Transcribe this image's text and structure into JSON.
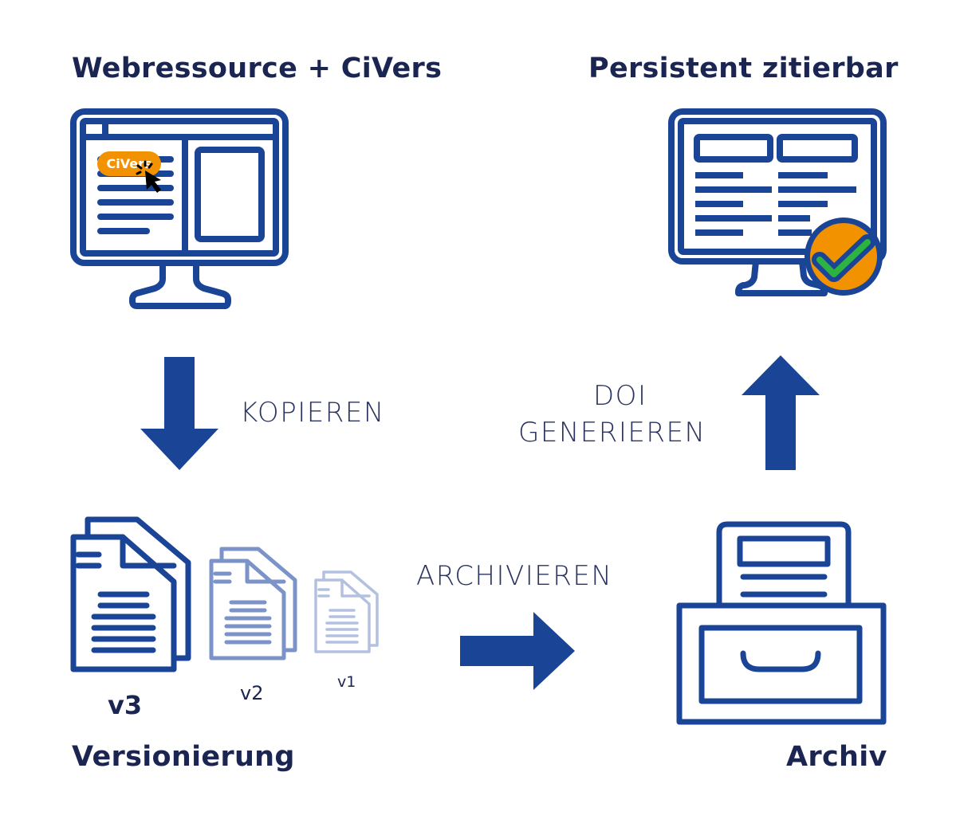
{
  "titles": {
    "webresource": "Webressource + CiVers",
    "persistent": "Persistent zitierbar",
    "versioning": "Versionierung",
    "archive": "Archiv"
  },
  "steps": {
    "copy": "KOPIEREN",
    "doi_line1": "DOI",
    "doi_line2": "GENERIEREN",
    "archive": "ARCHIVIEREN"
  },
  "badge": {
    "label": "CiVers"
  },
  "versions": [
    {
      "label": "v3"
    },
    {
      "label": "v2"
    },
    {
      "label": "v1"
    }
  ],
  "colors": {
    "primary_blue": "#1a4496",
    "dark_text": "#1b2552",
    "orange": "#f39200",
    "green": "#2db340"
  },
  "icons": {
    "monitor_left": "monitor-with-browser-icon",
    "monitor_right": "monitor-with-table-icon",
    "check": "check-badge-icon",
    "documents": "document-stack-icon",
    "archive": "archive-drawer-icon",
    "arrow_down": "arrow-down-icon",
    "arrow_up": "arrow-up-icon",
    "arrow_right": "arrow-right-icon",
    "cursor": "mouse-cursor-icon"
  }
}
